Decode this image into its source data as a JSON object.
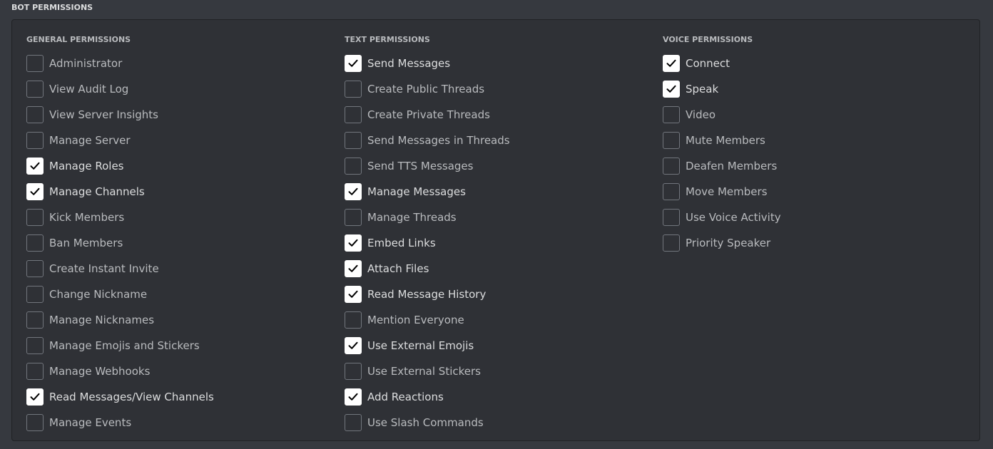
{
  "section_title": "BOT PERMISSIONS",
  "columns": [
    {
      "header": "GENERAL PERMISSIONS",
      "items": [
        {
          "label": "Administrator",
          "checked": false
        },
        {
          "label": "View Audit Log",
          "checked": false
        },
        {
          "label": "View Server Insights",
          "checked": false
        },
        {
          "label": "Manage Server",
          "checked": false
        },
        {
          "label": "Manage Roles",
          "checked": true
        },
        {
          "label": "Manage Channels",
          "checked": true
        },
        {
          "label": "Kick Members",
          "checked": false
        },
        {
          "label": "Ban Members",
          "checked": false
        },
        {
          "label": "Create Instant Invite",
          "checked": false
        },
        {
          "label": "Change Nickname",
          "checked": false
        },
        {
          "label": "Manage Nicknames",
          "checked": false
        },
        {
          "label": "Manage Emojis and Stickers",
          "checked": false
        },
        {
          "label": "Manage Webhooks",
          "checked": false
        },
        {
          "label": "Read Messages/View Channels",
          "checked": true
        },
        {
          "label": "Manage Events",
          "checked": false
        }
      ]
    },
    {
      "header": "TEXT PERMISSIONS",
      "items": [
        {
          "label": "Send Messages",
          "checked": true
        },
        {
          "label": "Create Public Threads",
          "checked": false
        },
        {
          "label": "Create Private Threads",
          "checked": false
        },
        {
          "label": "Send Messages in Threads",
          "checked": false
        },
        {
          "label": "Send TTS Messages",
          "checked": false
        },
        {
          "label": "Manage Messages",
          "checked": true
        },
        {
          "label": "Manage Threads",
          "checked": false
        },
        {
          "label": "Embed Links",
          "checked": true
        },
        {
          "label": "Attach Files",
          "checked": true
        },
        {
          "label": "Read Message History",
          "checked": true
        },
        {
          "label": "Mention Everyone",
          "checked": false
        },
        {
          "label": "Use External Emojis",
          "checked": true
        },
        {
          "label": "Use External Stickers",
          "checked": false
        },
        {
          "label": "Add Reactions",
          "checked": true
        },
        {
          "label": "Use Slash Commands",
          "checked": false
        }
      ]
    },
    {
      "header": "VOICE PERMISSIONS",
      "items": [
        {
          "label": "Connect",
          "checked": true
        },
        {
          "label": "Speak",
          "checked": true
        },
        {
          "label": "Video",
          "checked": false
        },
        {
          "label": "Mute Members",
          "checked": false
        },
        {
          "label": "Deafen Members",
          "checked": false
        },
        {
          "label": "Move Members",
          "checked": false
        },
        {
          "label": "Use Voice Activity",
          "checked": false
        },
        {
          "label": "Priority Speaker",
          "checked": false
        }
      ]
    }
  ],
  "colors": {
    "page_background": "#36393f",
    "panel_background": "#2f3136",
    "checkbox_checked": "#ffffff",
    "checkmark": "#000000"
  },
  "icons": {
    "checkmark": "checkmark-icon"
  }
}
